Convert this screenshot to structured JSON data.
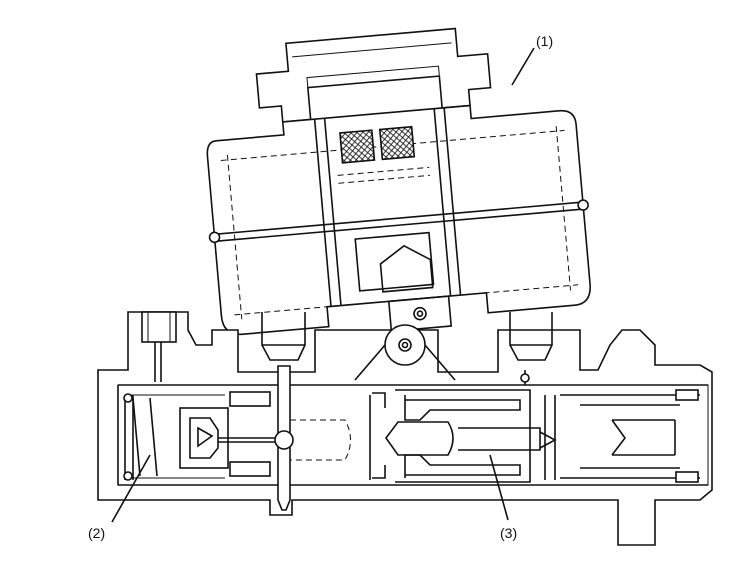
{
  "callouts": [
    {
      "id": "reservoir",
      "text": "(1)"
    },
    {
      "id": "secondary-piston",
      "text": "(2)"
    },
    {
      "id": "primary-piston",
      "text": "(3)"
    }
  ]
}
